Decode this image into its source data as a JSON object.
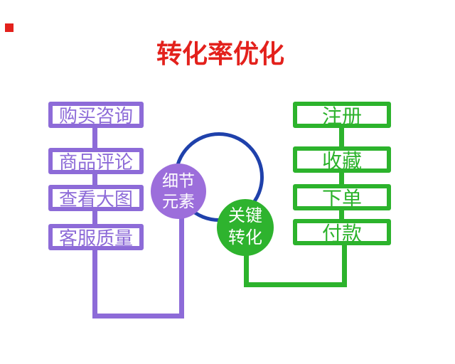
{
  "title": {
    "text": "转化率优化",
    "color": "#e3211c"
  },
  "marker": {
    "color": "#e3211c"
  },
  "left_chain": {
    "color": "#8d6bd8",
    "steps": [
      "购买咨询",
      "商品评论",
      "查看大图",
      "客服质量"
    ],
    "circle": {
      "fill": "#9c6edb",
      "line1": "细节",
      "line2": "元素",
      "text_color": "#ffffff"
    }
  },
  "right_chain": {
    "color": "#2cb32c",
    "steps": [
      "注册",
      "收藏",
      "下单",
      "付款"
    ],
    "circle": {
      "fill": "#2eb32e",
      "line1": "关键",
      "line2": "转化",
      "text_color": "#ffffff"
    }
  },
  "center_ring": {
    "stroke": "#1f41ab"
  }
}
